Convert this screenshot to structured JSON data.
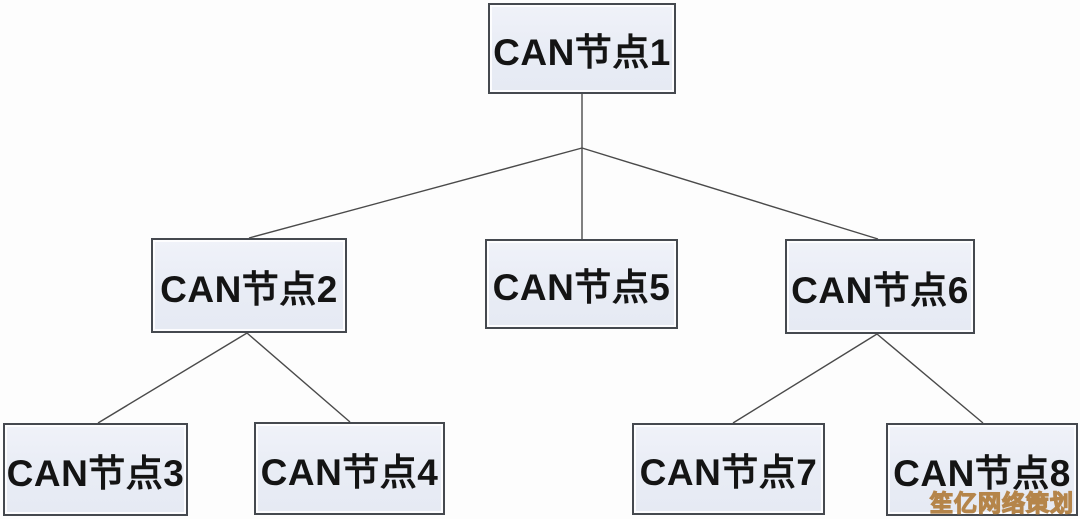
{
  "diagram": {
    "nodes": [
      {
        "id": "node-1",
        "label": "CAN节点1"
      },
      {
        "id": "node-2",
        "label": "CAN节点2"
      },
      {
        "id": "node-3",
        "label": "CAN节点3"
      },
      {
        "id": "node-4",
        "label": "CAN节点4"
      },
      {
        "id": "node-5",
        "label": "CAN节点5"
      },
      {
        "id": "node-6",
        "label": "CAN节点6"
      },
      {
        "id": "node-7",
        "label": "CAN节点7"
      },
      {
        "id": "node-8",
        "label": "CAN节点8"
      }
    ],
    "edges": [
      {
        "from": "CAN节点1",
        "to": "CAN节点2"
      },
      {
        "from": "CAN节点1",
        "to": "CAN节点5"
      },
      {
        "from": "CAN节点1",
        "to": "CAN节点6"
      },
      {
        "from": "CAN节点2",
        "to": "CAN节点3"
      },
      {
        "from": "CAN节点2",
        "to": "CAN节点4"
      },
      {
        "from": "CAN节点6",
        "to": "CAN节点7"
      },
      {
        "from": "CAN节点6",
        "to": "CAN节点8"
      }
    ]
  },
  "watermark": {
    "text": "笙亿网络策划",
    "color": "#c9a160"
  },
  "colors": {
    "node_fill": "#e9edf5",
    "node_border": "#45494f",
    "connector_line": "#4a4a4a",
    "background": "#fdfdfd",
    "text": "#141414"
  }
}
